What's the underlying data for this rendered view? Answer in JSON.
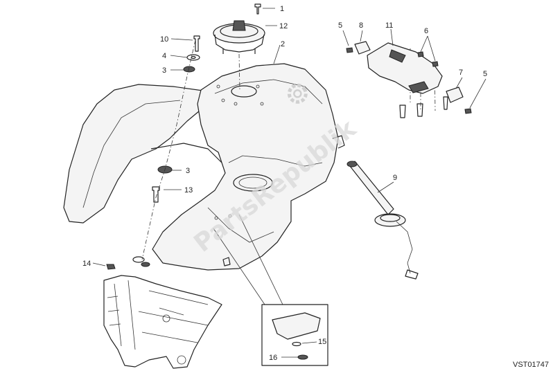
{
  "diagram": {
    "drawing_code": "VST01747",
    "watermark": "PartsRepublik",
    "callouts": {
      "c1": "1",
      "c2": "2",
      "c3a": "3",
      "c3b": "3",
      "c4": "4",
      "c5a": "5",
      "c5b": "5",
      "c6": "6",
      "c7": "7",
      "c8": "8",
      "c9": "9",
      "c10": "10",
      "c11": "11",
      "c12": "12",
      "c13": "13",
      "c14": "14",
      "c15": "15",
      "c16": "16"
    }
  }
}
